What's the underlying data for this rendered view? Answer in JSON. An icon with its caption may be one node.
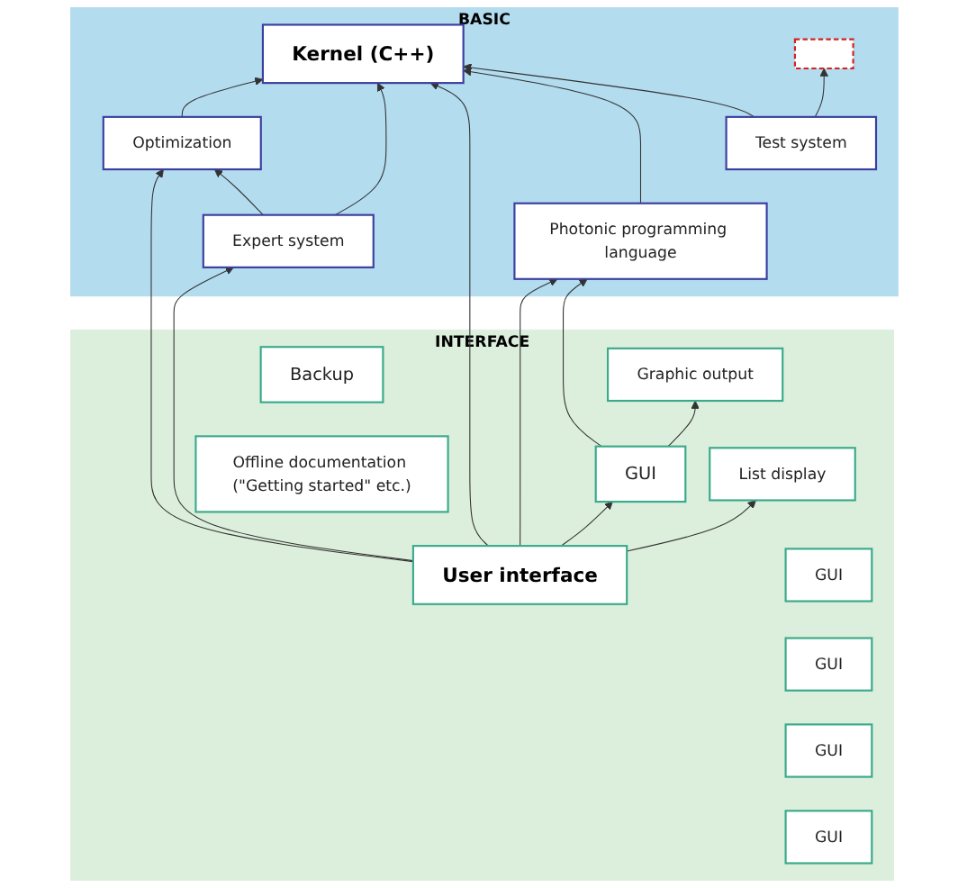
{
  "diagram": {
    "nodes": [
      {
        "text": [
          "BASIC"
        ]
      },
      {
        "text": [],
        "shape": "box",
        "in": 0
      },
      {
        "text": [
          "Optimization"
        ],
        "in": 0
      },
      {
        "text": [
          "Kernel (C++)"
        ],
        "in": 0
      },
      {
        "text": [
          "Test system"
        ],
        "in": 0
      },
      {
        "text": [
          "Expert system"
        ],
        "in": 0
      },
      {
        "text": [
          "Photonic programming language"
        ],
        "in": 0
      },
      {
        "text": [
          "INTERFACE"
        ]
      },
      {
        "text": [
          "User interface"
        ],
        "in": 7
      },
      {
        "text": [
          "GUI"
        ],
        "in": 7
      },
      {
        "text": [
          "List display"
        ],
        "in": 7
      },
      {
        "text": [
          "Backup"
        ],
        "in": 7
      },
      {
        "text": [
          "GUI"
        ],
        "in": 7
      },
      {
        "text": [
          "Graphic output"
        ],
        "in": 7
      },
      {
        "text": [
          "Offline documentation (\"Getting started\" etc.)"
        ],
        "in": 7
      },
      {
        "text": [
          "GUI"
        ],
        "in": 7
      },
      {
        "text": [
          "GUI"
        ],
        "in": 7
      },
      {
        "text": [
          "GUI"
        ],
        "in": 7
      }
    ],
    "edges": [
      {
        "from": 2,
        "to": 3,
        "arrow": "to"
      },
      {
        "from": 4,
        "to": 3,
        "arrow": "to"
      },
      {
        "from": 4,
        "to": 1,
        "arrow": "to"
      },
      {
        "from": 5,
        "to": 2,
        "arrow": "to"
      },
      {
        "from": 5,
        "to": 3,
        "arrow": "to"
      },
      {
        "from": 6,
        "to": 3,
        "arrow": "to"
      },
      {
        "from": 8,
        "to": 2,
        "arrow": "to"
      },
      {
        "from": 8,
        "to": 5,
        "arrow": "to"
      },
      {
        "from": 8,
        "to": 3,
        "arrow": "to"
      },
      {
        "from": 8,
        "to": 6,
        "arrow": "to"
      },
      {
        "from": 9,
        "to": 6,
        "arrow": "to"
      },
      {
        "from": 8,
        "to": 9,
        "arrow": "to"
      },
      {
        "from": 8,
        "to": 10,
        "arrow": "to"
      },
      {
        "from": 9,
        "to": 13,
        "arrow": "to"
      }
    ]
  }
}
